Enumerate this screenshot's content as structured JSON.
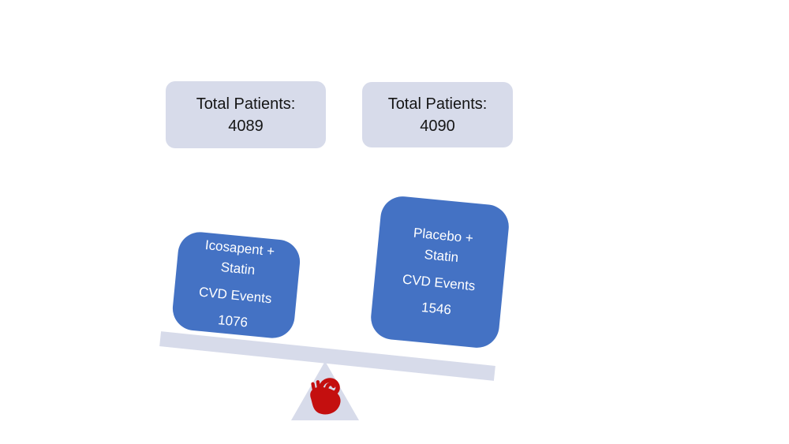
{
  "diagram": {
    "kind": "balance-seesaw-comparison",
    "colors": {
      "panel_lavender": "#d7dbea",
      "arm_blue": "#4472c4",
      "heart_red": "#c40f0f",
      "text_dark": "#151515",
      "text_light": "#ffffff",
      "background": "#ffffff"
    },
    "totals": {
      "left": {
        "label": "Total Patients:",
        "value": "4089"
      },
      "right": {
        "label": "Total Patients:",
        "value": "4090"
      }
    },
    "arms": {
      "left": {
        "name_line1": "Icosapent +",
        "name_line2": "Statin",
        "events_label": "CVD Events",
        "events_value": "1076"
      },
      "right": {
        "name_line1": "Placebo +",
        "name_line2": "Statin",
        "events_label": "CVD Events",
        "events_value": "1546"
      }
    },
    "icons": {
      "fulcrum_icon": "anatomical-heart-icon"
    }
  }
}
